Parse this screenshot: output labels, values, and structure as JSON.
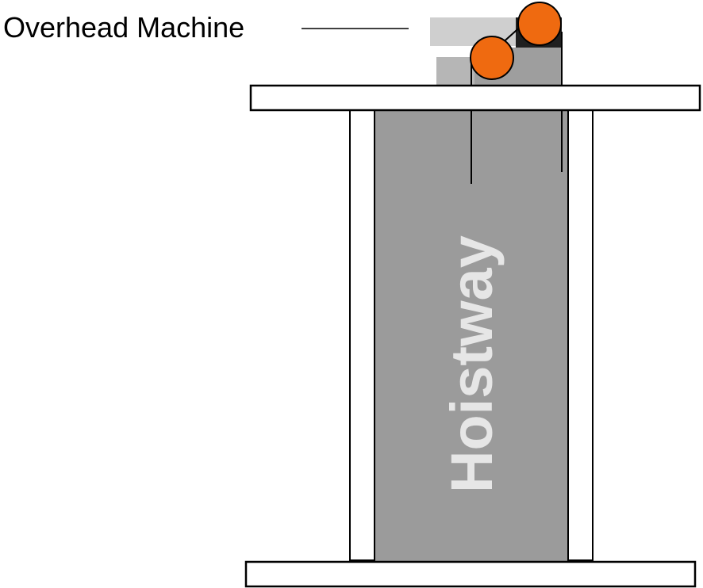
{
  "diagram": {
    "callout_label": "Overhead Machine",
    "shaft_label": "Hoistway"
  },
  "colors": {
    "background": "#ffffff",
    "outline": "#000000",
    "hoistway_fill": "#9b9b9b",
    "shaft_text": "#e6e6e6",
    "machine_light": "#cfcfcf",
    "machine_mid": "#b6b6b6",
    "machine_base": "#9e9e9e",
    "machine_dark": "#1f1f1f",
    "sheave": "#ef6a10",
    "callout_line": "#000000"
  },
  "icons": {
    "sheave_upper": "circle-sheave",
    "sheave_lower": "circle-sheave"
  }
}
